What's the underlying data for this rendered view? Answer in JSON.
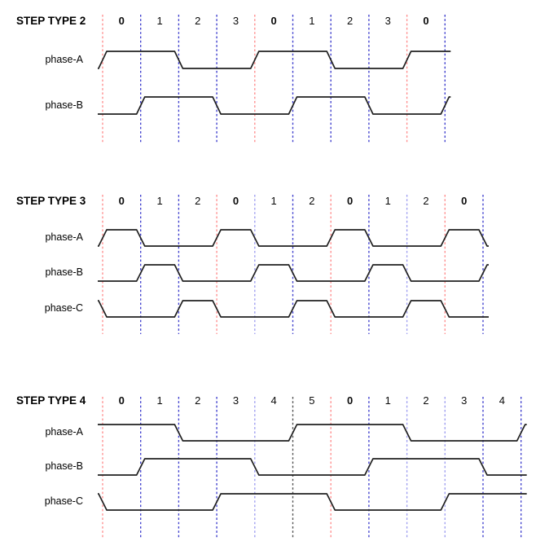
{
  "diagram": {
    "background": "#ffffff",
    "text_color": "#000000",
    "waveform_color": "#202020",
    "line_colors": {
      "red": "#ff8c8c",
      "blue": "#3c3ccd",
      "light_blue": "#9d9df0",
      "black": "#4d4d4d"
    },
    "sections": [
      {
        "title": "STEP TYPE 2",
        "columns": [
          {
            "label": "0",
            "bold": true
          },
          {
            "label": "1",
            "bold": false
          },
          {
            "label": "2",
            "bold": false
          },
          {
            "label": "3",
            "bold": false
          },
          {
            "label": "0",
            "bold": true
          },
          {
            "label": "1",
            "bold": false
          },
          {
            "label": "2",
            "bold": false
          },
          {
            "label": "3",
            "bold": false
          },
          {
            "label": "0",
            "bold": true
          }
        ],
        "boundary_line_colors": [
          "red",
          "blue",
          "blue",
          "blue",
          "red",
          "blue",
          "blue",
          "blue",
          "red",
          "blue"
        ],
        "phases": [
          {
            "name": "phase-A",
            "start_level": 0,
            "levels": [
              1,
              1,
              0,
              0,
              1,
              1,
              0,
              0,
              1
            ],
            "end_level": 1
          },
          {
            "name": "phase-B",
            "start_level": 0,
            "levels": [
              0,
              1,
              1,
              0,
              0,
              1,
              1,
              0,
              0
            ],
            "end_level": 1
          }
        ]
      },
      {
        "title": "STEP TYPE 3",
        "columns": [
          {
            "label": "0",
            "bold": true
          },
          {
            "label": "1",
            "bold": false
          },
          {
            "label": "2",
            "bold": false
          },
          {
            "label": "0",
            "bold": true
          },
          {
            "label": "1",
            "bold": false
          },
          {
            "label": "2",
            "bold": false
          },
          {
            "label": "0",
            "bold": true
          },
          {
            "label": "1",
            "bold": false
          },
          {
            "label": "2",
            "bold": false
          },
          {
            "label": "0",
            "bold": true
          }
        ],
        "boundary_line_colors": [
          "red",
          "blue",
          "blue",
          "red",
          "light_blue",
          "blue",
          "red",
          "blue",
          "light_blue",
          "red",
          "blue"
        ],
        "phases": [
          {
            "name": "phase-A",
            "start_level": 0,
            "levels": [
              1,
              0,
              0,
              1,
              0,
              0,
              1,
              0,
              0,
              1
            ],
            "end_level": 0
          },
          {
            "name": "phase-B",
            "start_level": 0,
            "levels": [
              0,
              1,
              0,
              0,
              1,
              0,
              0,
              1,
              0,
              0
            ],
            "end_level": 1
          },
          {
            "name": "phase-C",
            "start_level": 1,
            "levels": [
              0,
              0,
              1,
              0,
              0,
              1,
              0,
              0,
              1,
              0
            ],
            "end_level": 0
          }
        ]
      },
      {
        "title": "STEP TYPE 4",
        "columns": [
          {
            "label": "0",
            "bold": true
          },
          {
            "label": "1",
            "bold": false
          },
          {
            "label": "2",
            "bold": false
          },
          {
            "label": "3",
            "bold": false
          },
          {
            "label": "4",
            "bold": false
          },
          {
            "label": "5",
            "bold": false
          },
          {
            "label": "0",
            "bold": true
          },
          {
            "label": "1",
            "bold": false
          },
          {
            "label": "2",
            "bold": false
          },
          {
            "label": "3",
            "bold": false
          },
          {
            "label": "4",
            "bold": false
          }
        ],
        "boundary_line_colors": [
          "red",
          "blue",
          "blue",
          "blue",
          "light_blue",
          "black",
          "red",
          "blue",
          "light_blue",
          "light_blue",
          "blue",
          "blue"
        ],
        "phases": [
          {
            "name": "phase-A",
            "start_level": 1,
            "levels": [
              1,
              1,
              0,
              0,
              0,
              1,
              1,
              1,
              0,
              0,
              0
            ],
            "end_level": 1
          },
          {
            "name": "phase-B",
            "start_level": 0,
            "levels": [
              0,
              1,
              1,
              1,
              0,
              0,
              0,
              1,
              1,
              1,
              0
            ],
            "end_level": 0
          },
          {
            "name": "phase-C",
            "start_level": 1,
            "levels": [
              0,
              0,
              0,
              1,
              1,
              1,
              0,
              0,
              0,
              1,
              1
            ],
            "end_level": 1
          }
        ]
      }
    ]
  }
}
